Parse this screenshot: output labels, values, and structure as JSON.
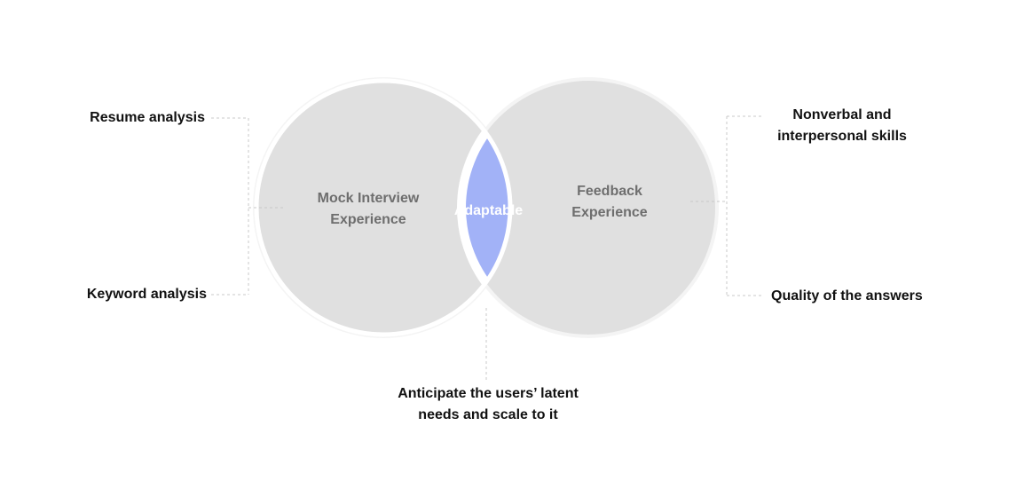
{
  "colors": {
    "circle_fill": "#e0e0e0",
    "circle_halo": "#f4f4f4",
    "overlap_fill": "#a2b2f7",
    "overlap_outline": "#ffffff",
    "connector": "#c8c8c8",
    "label_text": "#111111",
    "circle_text": "#6e6e6e",
    "center_text": "#ffffff"
  },
  "circles": {
    "left": {
      "line1": "Mock Interview",
      "line2": "Experience"
    },
    "right": {
      "line1": "Feedback",
      "line2": "Experience"
    },
    "overlap": {
      "label": "Adaptable"
    }
  },
  "left_labels": {
    "top": "Resume analysis",
    "bottom": "Keyword analysis"
  },
  "right_labels": {
    "top_line1": "Nonverbal and",
    "top_line2": "interpersonal skills",
    "bottom": "Quality of the answers"
  },
  "bottom_label": {
    "line1": "Anticipate the users’ latent",
    "line2": "needs and scale to it"
  }
}
